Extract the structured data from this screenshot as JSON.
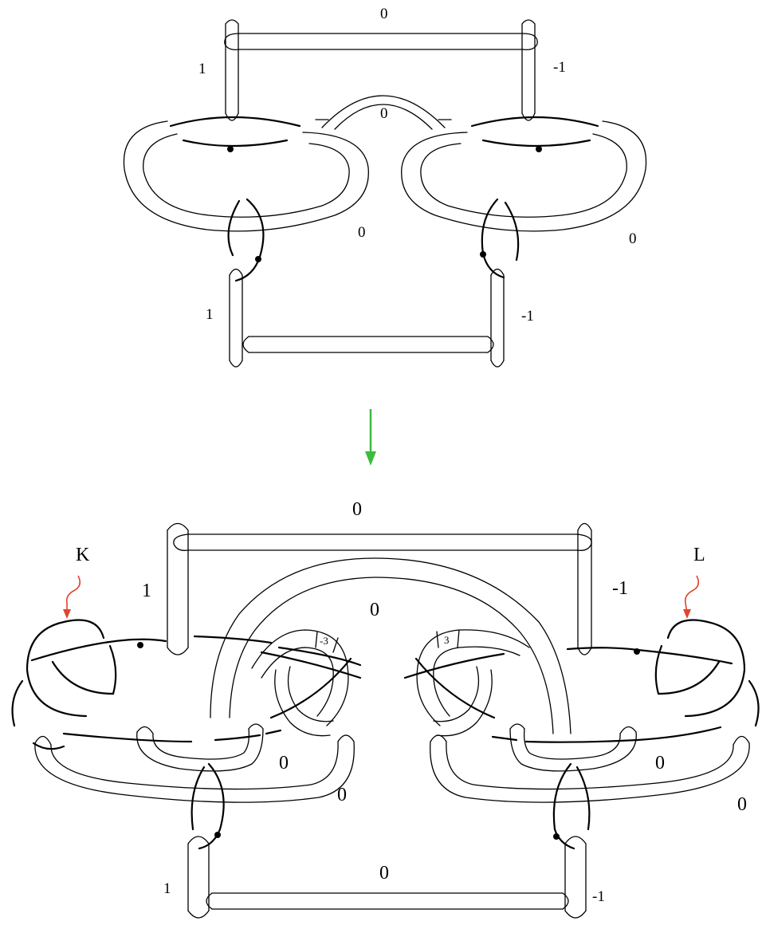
{
  "top_diagram": {
    "labels": {
      "top_bar": "0",
      "left_upper": "1",
      "right_upper": "-1",
      "middle_arc": "0",
      "left_loop": "0",
      "right_loop": "0",
      "left_lower": "1",
      "right_lower": "-1"
    }
  },
  "bottom_diagram": {
    "labels": {
      "top_bar": "0",
      "left_upper": "1",
      "right_upper": "-1",
      "middle_arc": "0",
      "left_inner": "0",
      "left_outer": "0",
      "right_inner": "0",
      "right_outer": "0",
      "bottom_bar": "0",
      "left_lower": "1",
      "right_lower": "-1",
      "twist_left": "-3",
      "twist_right": "3"
    },
    "knot_labels": {
      "left": "K",
      "right": "L"
    }
  },
  "colors": {
    "ink": "#000000",
    "arrow": "#3dbb3d",
    "knot_pointer": "#e0452b"
  }
}
